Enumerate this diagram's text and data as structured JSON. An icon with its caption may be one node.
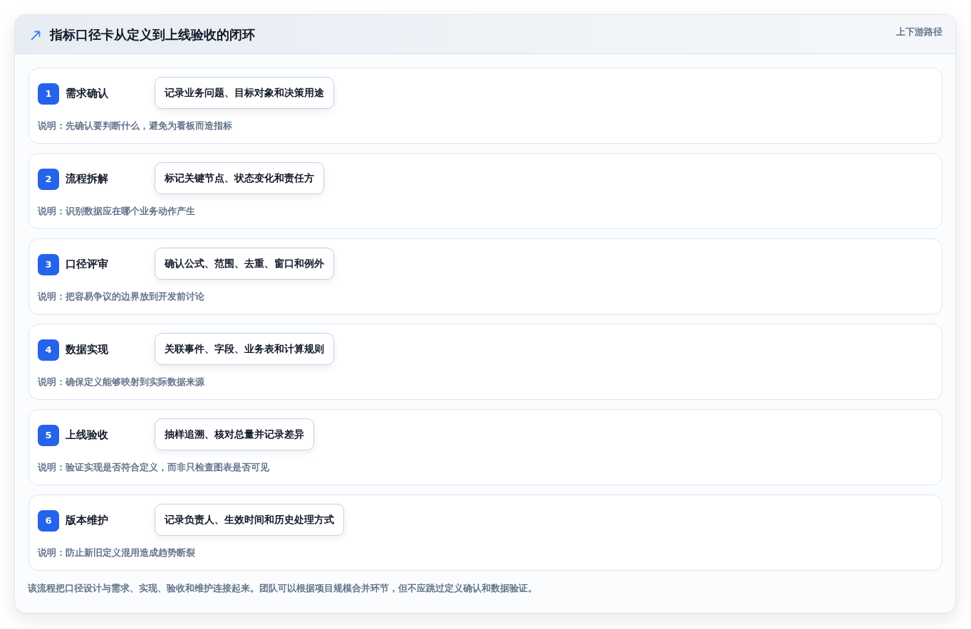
{
  "diagram": {
    "title": "指标口径卡从定义到上线验收的闭环",
    "caption": "该流程把口径设计与需求、实现、验收和维护连接起来。团队可以根据项目规模合并环节，但不应跳过定义确认和数据验证。",
    "labels": [
      "上下游路径"
    ],
    "nodes": [
      {
        "text": [
          "需求确认",
          "说明：先确认要判断什么，避免为看板而造指标"
        ]
      },
      {
        "text": [
          "1"
        ],
        "in": 0
      },
      {
        "text": [
          "记录业务问题、目标对象和决策用途"
        ],
        "in": 0
      },
      {
        "text": [
          "流程拆解",
          "说明：识别数据应在哪个业务动作产生"
        ]
      },
      {
        "text": [
          "2"
        ],
        "in": 3
      },
      {
        "text": [
          "标记关键节点、状态变化和责任方"
        ],
        "in": 3
      },
      {
        "text": [
          "口径评审",
          "说明：把容易争议的边界放到开发前讨论"
        ]
      },
      {
        "text": [
          "3"
        ],
        "in": 6
      },
      {
        "text": [
          "确认公式、范围、去重、窗口和例外"
        ],
        "in": 6
      },
      {
        "text": [
          "数据实现",
          "说明：确保定义能够映射到实际数据来源"
        ]
      },
      {
        "text": [
          "4"
        ],
        "in": 9
      },
      {
        "text": [
          "关联事件、字段、业务表和计算规则"
        ],
        "in": 9
      },
      {
        "text": [
          "上线验收",
          "说明：验证实现是否符合定义，而非只检查图表是否可见"
        ]
      },
      {
        "text": [
          "5"
        ],
        "in": 12
      },
      {
        "text": [
          "抽样追溯、核对总量并记录差异"
        ],
        "in": 12
      },
      {
        "text": [
          "版本维护",
          "说明：防止新旧定义混用造成趋势断裂"
        ]
      },
      {
        "text": [
          "6"
        ],
        "in": 15
      },
      {
        "text": [
          "记录负责人、生效时间和历史处理方式"
        ],
        "in": 15
      }
    ]
  }
}
